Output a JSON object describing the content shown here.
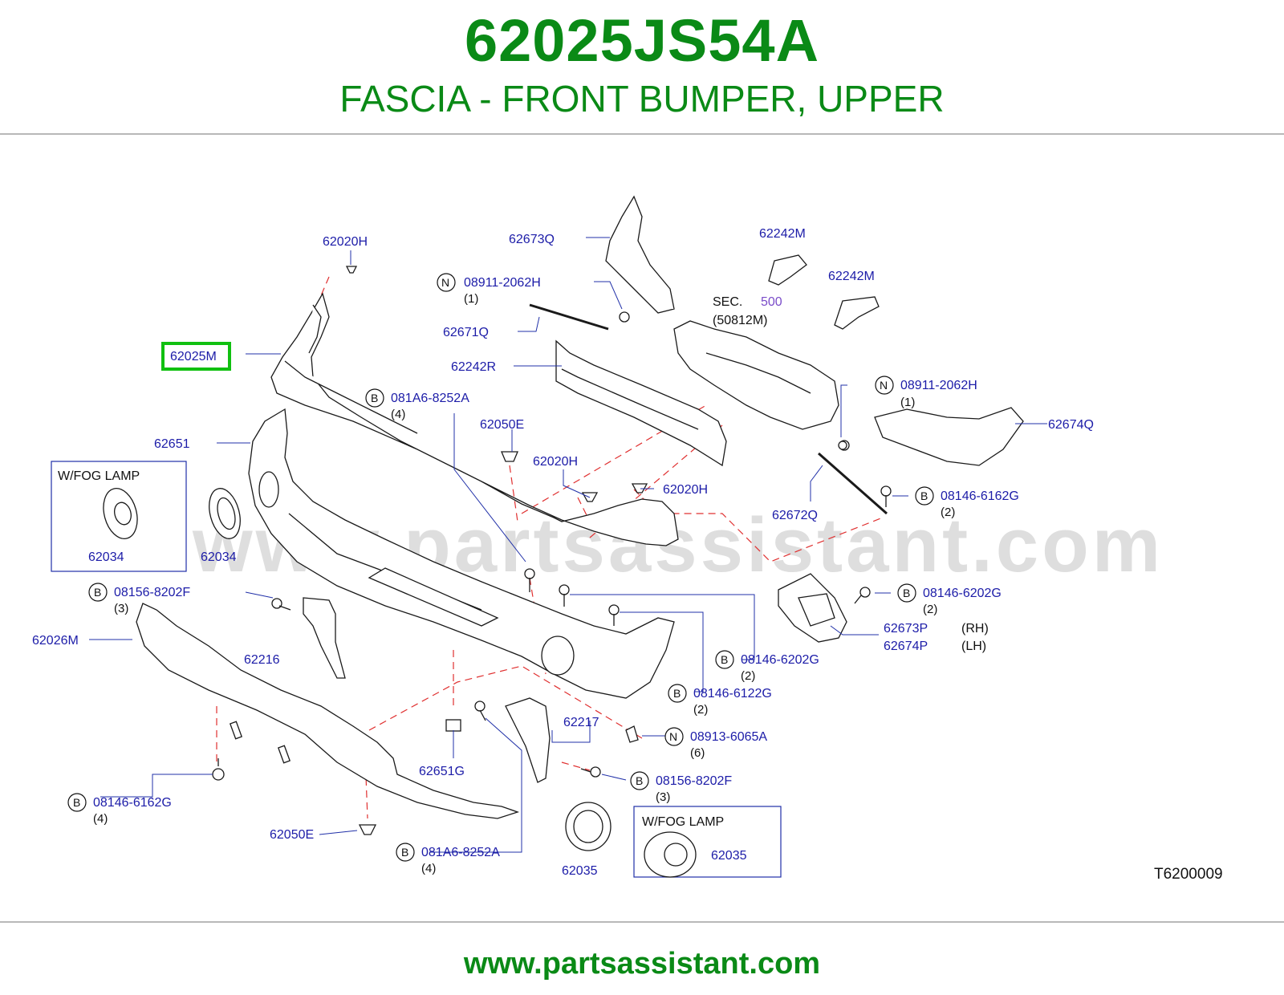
{
  "header": {
    "part_number": "62025JS54A",
    "description": "FASCIA - FRONT BUMPER, UPPER"
  },
  "watermark": "www.partsassistant.com",
  "footer": {
    "url": "www.partsassistant.com"
  },
  "diagram": {
    "code": "T6200009",
    "sec_ref": {
      "label": "SEC.",
      "number": "500",
      "sub": "(50812M)"
    },
    "fog_box_left": {
      "title": "W/FOG   LAMP",
      "part": "62034"
    },
    "fog_box_right": {
      "title": "W/FOG   LAMP",
      "part": "62035"
    },
    "highlighted": "62025M",
    "labels": {
      "p62020H_a": "62020H",
      "p62673Q": "62673Q",
      "p62242M_a": "62242M",
      "p62242M_b": "62242M",
      "p08911_a": "08911-2062H",
      "q08911_a": "(1)",
      "p62671Q": "62671Q",
      "p62242R": "62242R",
      "p62025M": "62025M",
      "p081A6_a": "081A6-8252A",
      "q081A6_a": "(4)",
      "p62050E_a": "62050E",
      "p08911_b": "08911-2062H",
      "q08911_b": "(1)",
      "p62674Q": "62674Q",
      "p62651": "62651",
      "p62020H_b": "62020H",
      "p62020H_c": "62020H",
      "p62672Q": "62672Q",
      "p08146_6162G_a": "08146-6162G",
      "q08146_6162G_a": "(2)",
      "p62034_b": "62034",
      "p08156_a": "08156-8202F",
      "q08156_a": "(3)",
      "p08146_6202G_a": "08146-6202G",
      "q08146_6202G_a": "(2)",
      "p62673P": "62673P",
      "p62674P": "62674P",
      "rh": "(RH)",
      "lh": "(LH)",
      "p62026M": "62026M",
      "p62216": "62216",
      "p08146_6202G_b": "08146-6202G",
      "q08146_6202G_b": "(2)",
      "p08146_6122G": "08146-6122G",
      "q08146_6122G": "(2)",
      "p62217": "62217",
      "p08913": "08913-6065A",
      "q08913": "(6)",
      "p62651G": "62651G",
      "p08156_b": "08156-8202F",
      "q08156_b": "(3)",
      "p08146_6162G_b": "08146-6162G",
      "q08146_6162G_b": "(4)",
      "p62050E_b": "62050E",
      "p081A6_b": "081A6-8252A",
      "q081A6_b": "(4)",
      "p62035_b": "62035"
    },
    "symbols": {
      "N": "N",
      "B": "B"
    }
  }
}
